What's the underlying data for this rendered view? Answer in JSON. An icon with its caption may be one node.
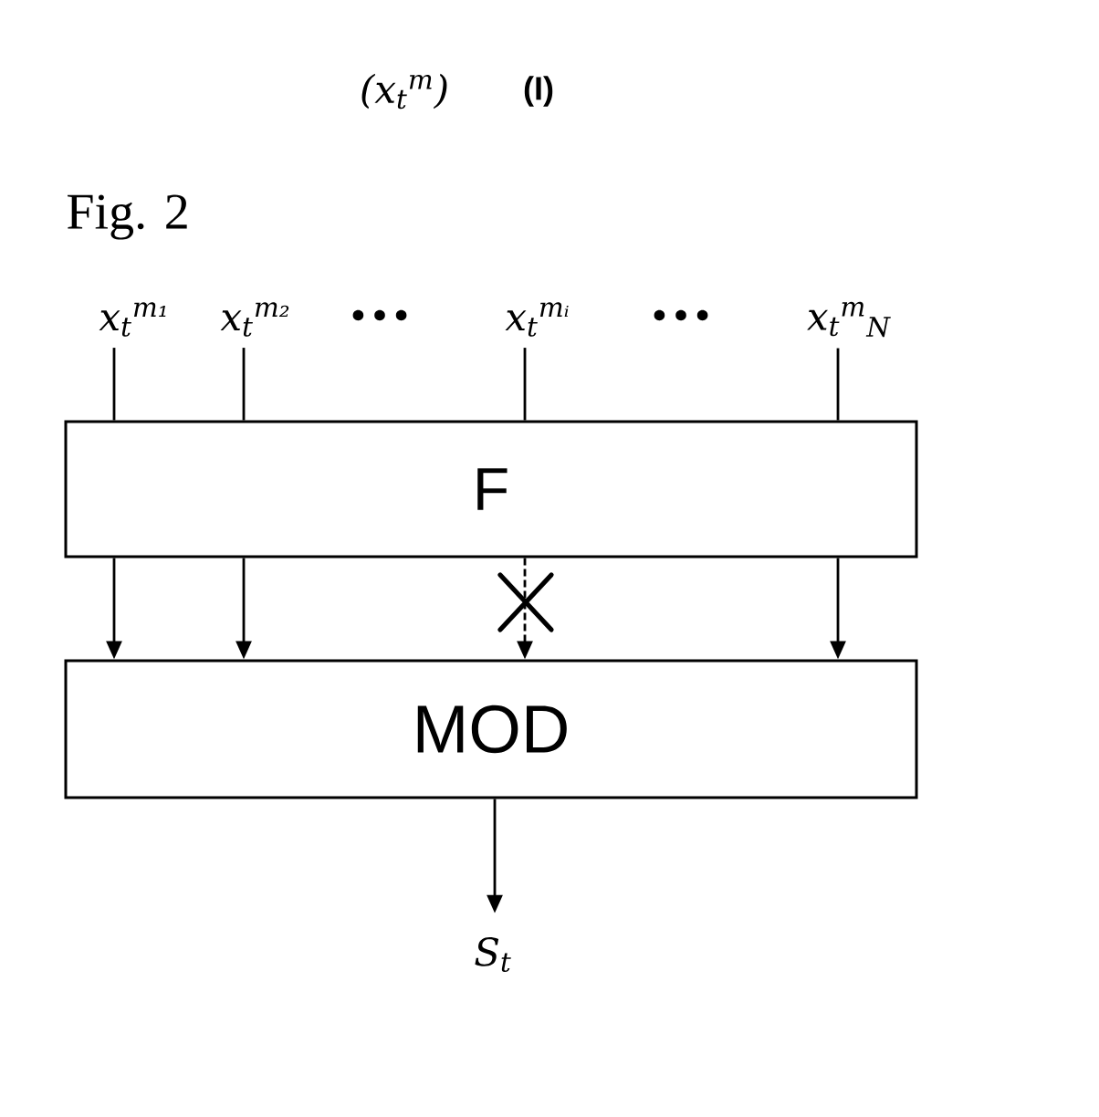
{
  "diagram": {
    "title": "Fig. 2",
    "nodes": [
      {
        "text": [
          "x$_{t}$$^{m₁}$"
        ]
      },
      {
        "text": [
          "x$_{t}$$^{m₂}$"
        ]
      },
      {
        "text": [
          "x$_{t}$$^{mᵢ}$"
        ]
      },
      {
        "text": [
          "x$_{t}$$^{m}$$_{N}$"
        ]
      },
      {
        "text": [
          "F"
        ]
      },
      {
        "text": [
          "MOD"
        ]
      },
      {
        "text": [
          "S$_{t}$"
        ]
      }
    ],
    "edges": [
      {
        "from": 0,
        "to": 4,
        "arrow": "none"
      },
      {
        "from": 1,
        "to": 4,
        "arrow": "none"
      },
      {
        "from": 2,
        "to": 4,
        "arrow": "none"
      },
      {
        "from": 3,
        "to": 4,
        "arrow": "none"
      },
      {
        "from": 4,
        "to": 5,
        "arrow": "to"
      },
      {
        "from": 4,
        "to": 5,
        "arrow": "to"
      },
      {
        "from": 4,
        "to": 5,
        "arrow": "to",
        "style": "dashed"
      },
      {
        "from": 4,
        "to": 5,
        "arrow": "to"
      },
      {
        "from": 5,
        "to": 6,
        "arrow": "to"
      }
    ],
    "labels": [
      "(x$_{t}$$^{m}$)",
      "(I)",
      "•••",
      "•••"
    ]
  }
}
